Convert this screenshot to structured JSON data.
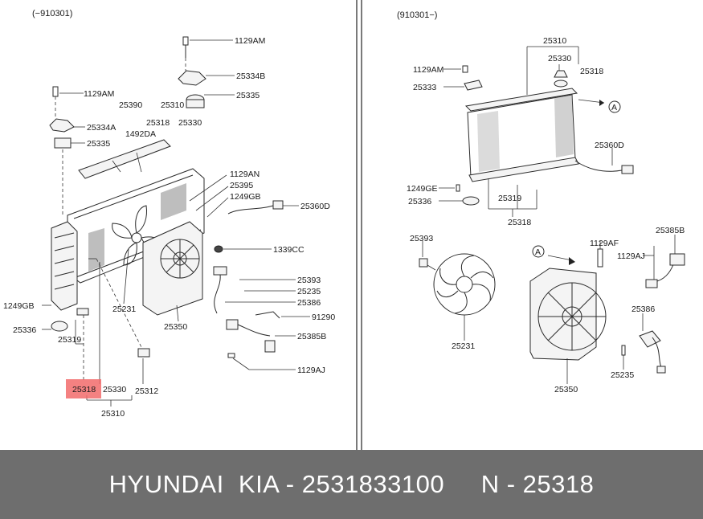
{
  "left_panel": {
    "range_label": "(−910301)",
    "labels": [
      "1129AM",
      "25334B",
      "25335",
      "1129AM",
      "25390",
      "25310",
      "25318",
      "25330",
      "1492DA",
      "25334A",
      "25335",
      "1129AN",
      "25395",
      "1249GB",
      "25360D",
      "1339CC",
      "25393",
      "25235",
      "25386",
      "91290",
      "25385B",
      "1129AJ",
      "25231",
      "25350",
      "1249GB",
      "25336",
      "25319",
      "25318",
      "25330",
      "25312",
      "25310"
    ]
  },
  "right_panel": {
    "range_label": "(910301−)",
    "labels": [
      "25310",
      "25330",
      "25318",
      "1129AM",
      "25333",
      "25360D",
      "1249GE",
      "25336",
      "25319",
      "25318",
      "25393",
      "1129AF",
      "25385B",
      "1129AJ",
      "25386",
      "25231",
      "25235",
      "25350"
    ]
  },
  "callout_symbol": "A",
  "highlight_label": "25318",
  "footer": {
    "text": "HYUNDAI  KIA - 2531833100     N - 25318"
  },
  "colors": {
    "highlight": "#f26b6b",
    "footer_bg": "#6e6e6e"
  }
}
